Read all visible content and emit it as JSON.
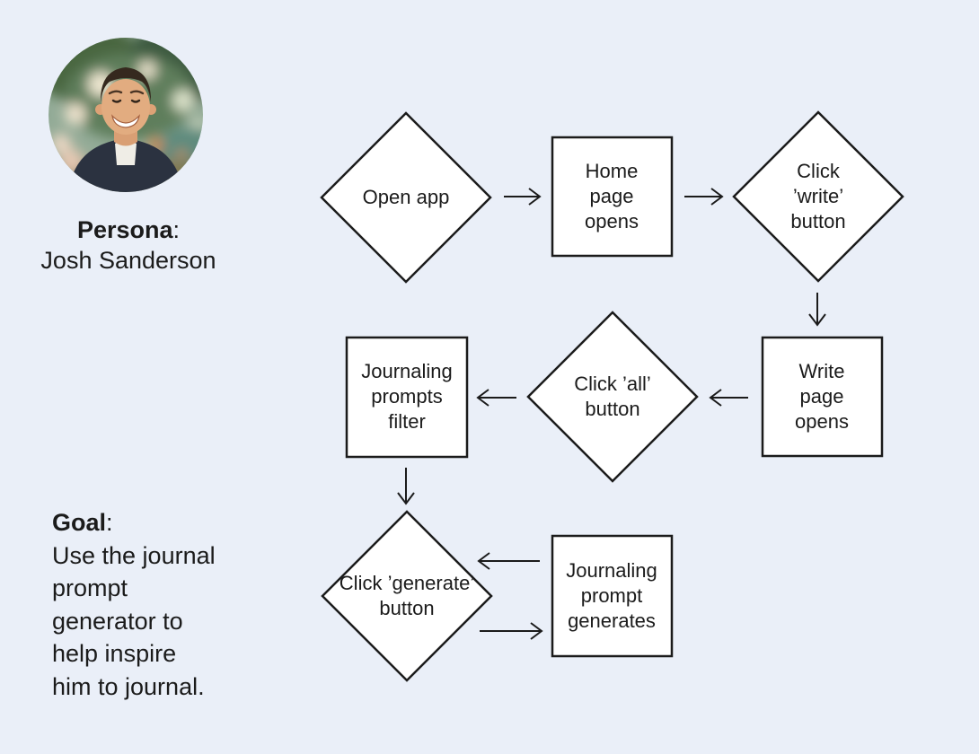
{
  "colors": {
    "background": "#EAEFF8",
    "shape_fill": "#FFFFFF",
    "ink": "#1B1B1B"
  },
  "persona": {
    "label": "Persona",
    "colon": ":",
    "name": "Josh Sanderson"
  },
  "goal": {
    "label": "Goal",
    "colon": ":",
    "text": "Use the journal\nprompt\ngenerator to\nhelp inspire\nhim to journal."
  },
  "flowchart": {
    "nodes": [
      {
        "id": "open-app",
        "shape": "diamond",
        "label": "Open app"
      },
      {
        "id": "home-page-opens",
        "shape": "rect",
        "label": "Home\npage\nopens"
      },
      {
        "id": "click-write-button",
        "shape": "diamond",
        "label": "Click\n’write’\nbutton"
      },
      {
        "id": "write-page-opens",
        "shape": "rect",
        "label": "Write\npage\nopens"
      },
      {
        "id": "click-all-button",
        "shape": "diamond",
        "label": "Click ’all’\nbutton"
      },
      {
        "id": "journaling-prompts-filter",
        "shape": "rect",
        "label": "Journaling\nprompts\nfilter"
      },
      {
        "id": "click-generate-button",
        "shape": "diamond",
        "label": "Click ’generate’\nbutton"
      },
      {
        "id": "journaling-prompt-generates",
        "shape": "rect",
        "label": "Journaling\nprompt\ngenerates"
      }
    ],
    "edges": [
      {
        "from": "open-app",
        "to": "home-page-opens"
      },
      {
        "from": "home-page-opens",
        "to": "click-write-button"
      },
      {
        "from": "click-write-button",
        "to": "write-page-opens"
      },
      {
        "from": "write-page-opens",
        "to": "click-all-button"
      },
      {
        "from": "click-all-button",
        "to": "journaling-prompts-filter"
      },
      {
        "from": "journaling-prompts-filter",
        "to": "click-generate-button"
      },
      {
        "from": "journaling-prompt-generates",
        "to": "click-generate-button"
      },
      {
        "from": "click-generate-button",
        "to": "journaling-prompt-generates"
      }
    ]
  }
}
